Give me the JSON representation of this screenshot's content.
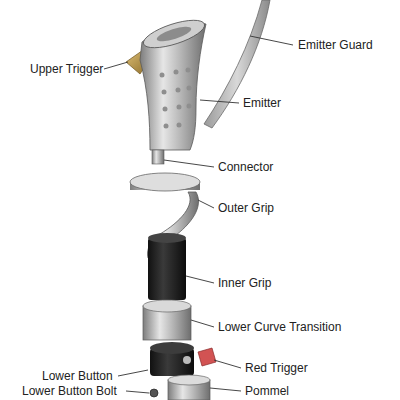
{
  "diagram": {
    "labels": [
      "Emitter Guard",
      "Upper Trigger",
      "Emitter",
      "Connector",
      "Outer Grip",
      "Inner Grip",
      "Lower Curve Transition",
      "Red Trigger",
      "Lower Button",
      "Lower Button Bolt",
      "Pommel"
    ]
  }
}
